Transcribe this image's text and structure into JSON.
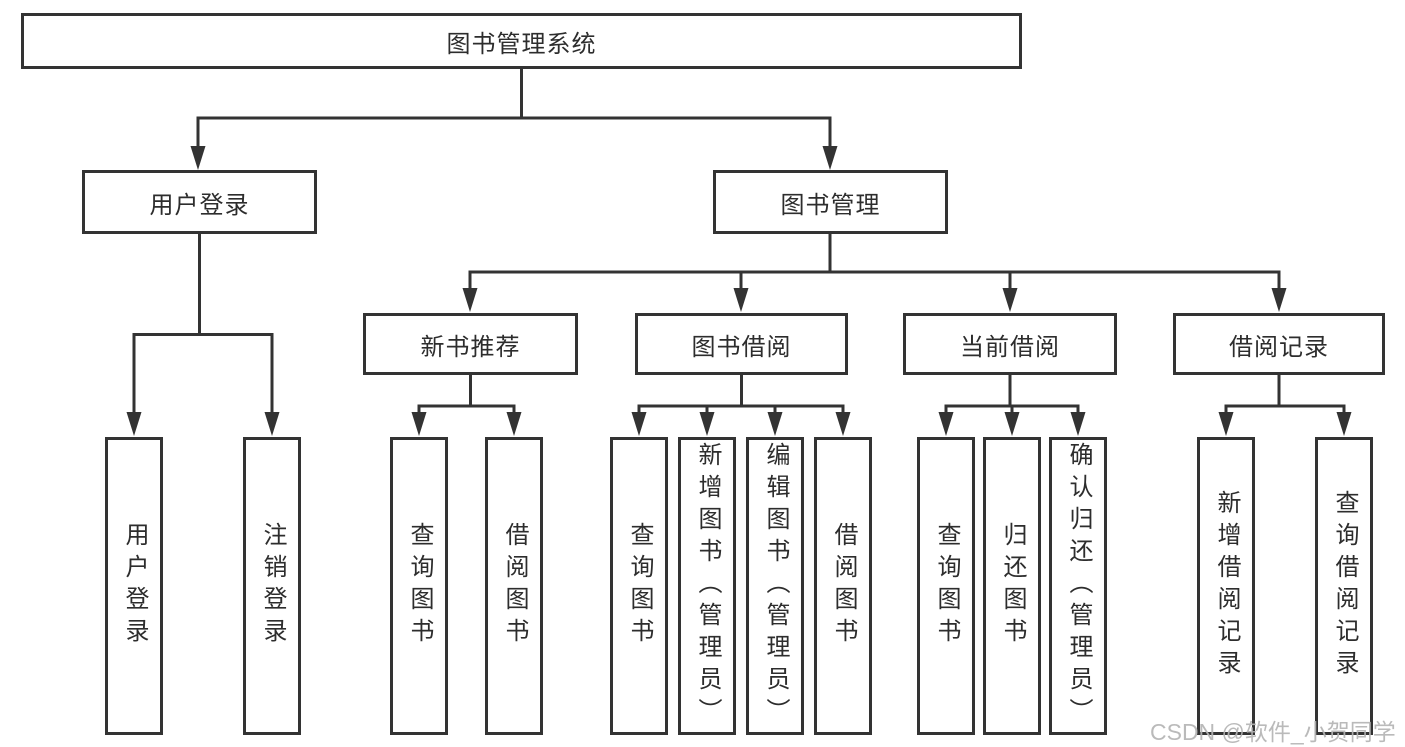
{
  "tree": {
    "root": {
      "label": "图书管理系统"
    },
    "branches": [
      {
        "label": "用户登录",
        "children": [
          {
            "label": "用户登录"
          },
          {
            "label": "注销登录"
          }
        ]
      },
      {
        "label": "图书管理",
        "children": [
          {
            "label": "新书推荐",
            "children": [
              {
                "label": "查询图书"
              },
              {
                "label": "借阅图书"
              }
            ]
          },
          {
            "label": "图书借阅",
            "children": [
              {
                "label": "查询图书"
              },
              {
                "label": "新增图书（管理员）"
              },
              {
                "label": "编辑图书（管理员）"
              },
              {
                "label": "借阅图书"
              }
            ]
          },
          {
            "label": "当前借阅",
            "children": [
              {
                "label": "查询图书"
              },
              {
                "label": "归还图书"
              },
              {
                "label": "确认归还（管理员）"
              }
            ]
          },
          {
            "label": "借阅记录",
            "children": [
              {
                "label": "新增借阅记录"
              },
              {
                "label": "查询借阅记录"
              }
            ]
          }
        ]
      }
    ]
  },
  "watermark": {
    "text": "CSDN @软件_小贺同学"
  },
  "colors": {
    "line": "#333333",
    "box_border": "#333333",
    "text": "#2d2d2d",
    "background": "#ffffff",
    "watermark": "#b5b5b5"
  }
}
